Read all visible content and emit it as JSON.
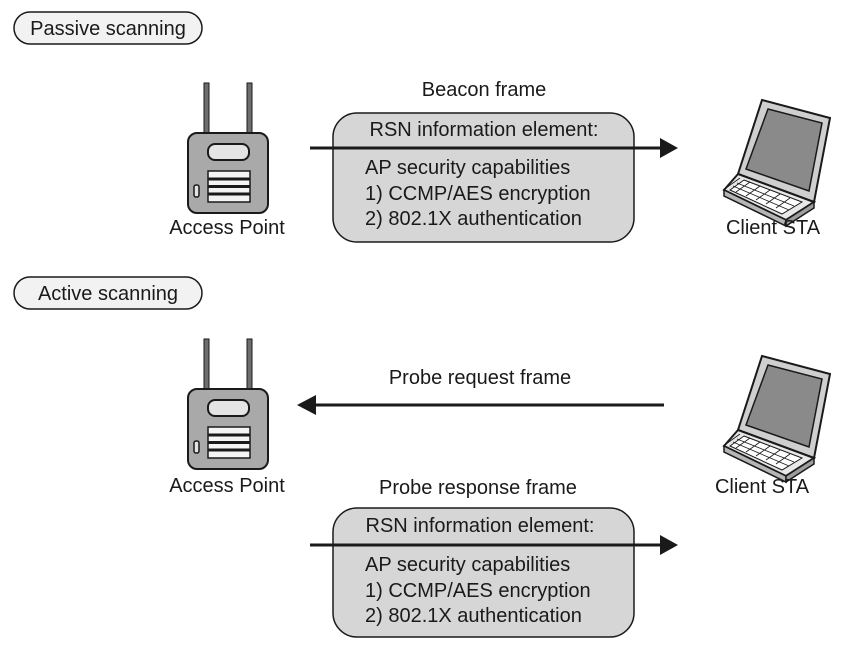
{
  "diagram": {
    "passive": {
      "section_label": "Passive scanning",
      "ap_label": "Access Point",
      "client_label": "Client STA",
      "frame_label": "Beacon frame",
      "rsn": {
        "title": "RSN information element:",
        "line1": "AP security capabilities",
        "line2": "1) CCMP/AES encryption",
        "line3": "2) 802.1X authentication"
      }
    },
    "active": {
      "section_label": "Active scanning",
      "ap_label": "Access Point",
      "client_label": "Client STA",
      "request_label": "Probe request frame",
      "response_label": "Probe response frame",
      "rsn": {
        "title": "RSN information element:",
        "line1": "AP security capabilities",
        "line2": "1) CCMP/AES encryption",
        "line3": "2) 802.1X authentication"
      }
    }
  },
  "colors": {
    "pill_fill": "#f2f2f2",
    "box_fill": "#d6d6d6",
    "device_fill": "#a9a9a9",
    "stroke": "#1a1a1a"
  }
}
